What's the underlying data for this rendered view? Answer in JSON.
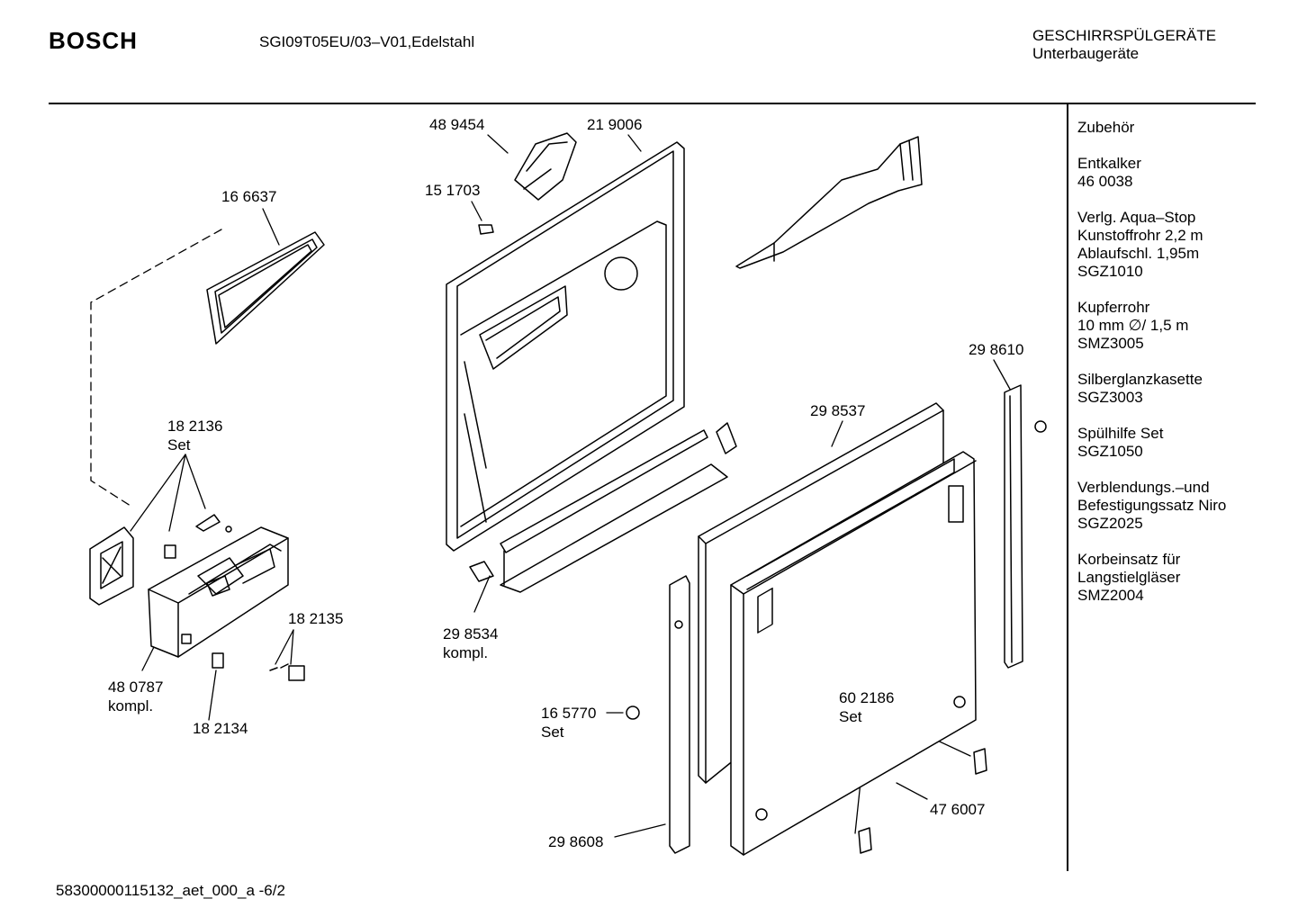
{
  "header": {
    "brand": "BOSCH",
    "model": "SGI09T05EU/03–V01,Edelstahl",
    "category_line1": "GESCHIRRSPÜLGERÄTE",
    "category_line2": "Unterbaugeräte"
  },
  "accessories": [
    [
      "Zubehör"
    ],
    [
      "Entkalker",
      "46 0038"
    ],
    [
      "Verlg. Aqua–Stop",
      "Kunstoffrohr 2,2 m",
      "Ablaufschl. 1,95m",
      "SGZ1010"
    ],
    [
      "Kupferrohr",
      "10 mm ∅/ 1,5 m",
      "SMZ3005"
    ],
    [
      "Silberglanzkasette",
      "SGZ3003"
    ],
    [
      "Spülhilfe Set",
      "SGZ1050"
    ],
    [
      "Verblendungs.–und",
      "Befestigungssatz Niro",
      "SGZ2025"
    ],
    [
      "Korbeinsatz für",
      "Langstielgläser",
      "SMZ2004"
    ]
  ],
  "part_labels": {
    "p166637": "16 6637",
    "p182136_a": "18 2136",
    "p182136_b": "Set",
    "p480787_a": "48 0787",
    "p480787_b": "kompl.",
    "p182134": "18 2134",
    "p182135": "18 2135",
    "p489454": "48 9454",
    "p219006": "21 9006",
    "p151703": "15 1703",
    "p298534_a": "29 8534",
    "p298534_b": "kompl.",
    "p165770_a": "16 5770",
    "p165770_b": "Set",
    "p298608": "29 8608",
    "p298537": "29 8537",
    "p298610": "29 8610",
    "p602186_a": "60 2186",
    "p602186_b": "Set",
    "p476007": "47 6007"
  },
  "footer": "58300000115132_aet_000_a  -6/2"
}
